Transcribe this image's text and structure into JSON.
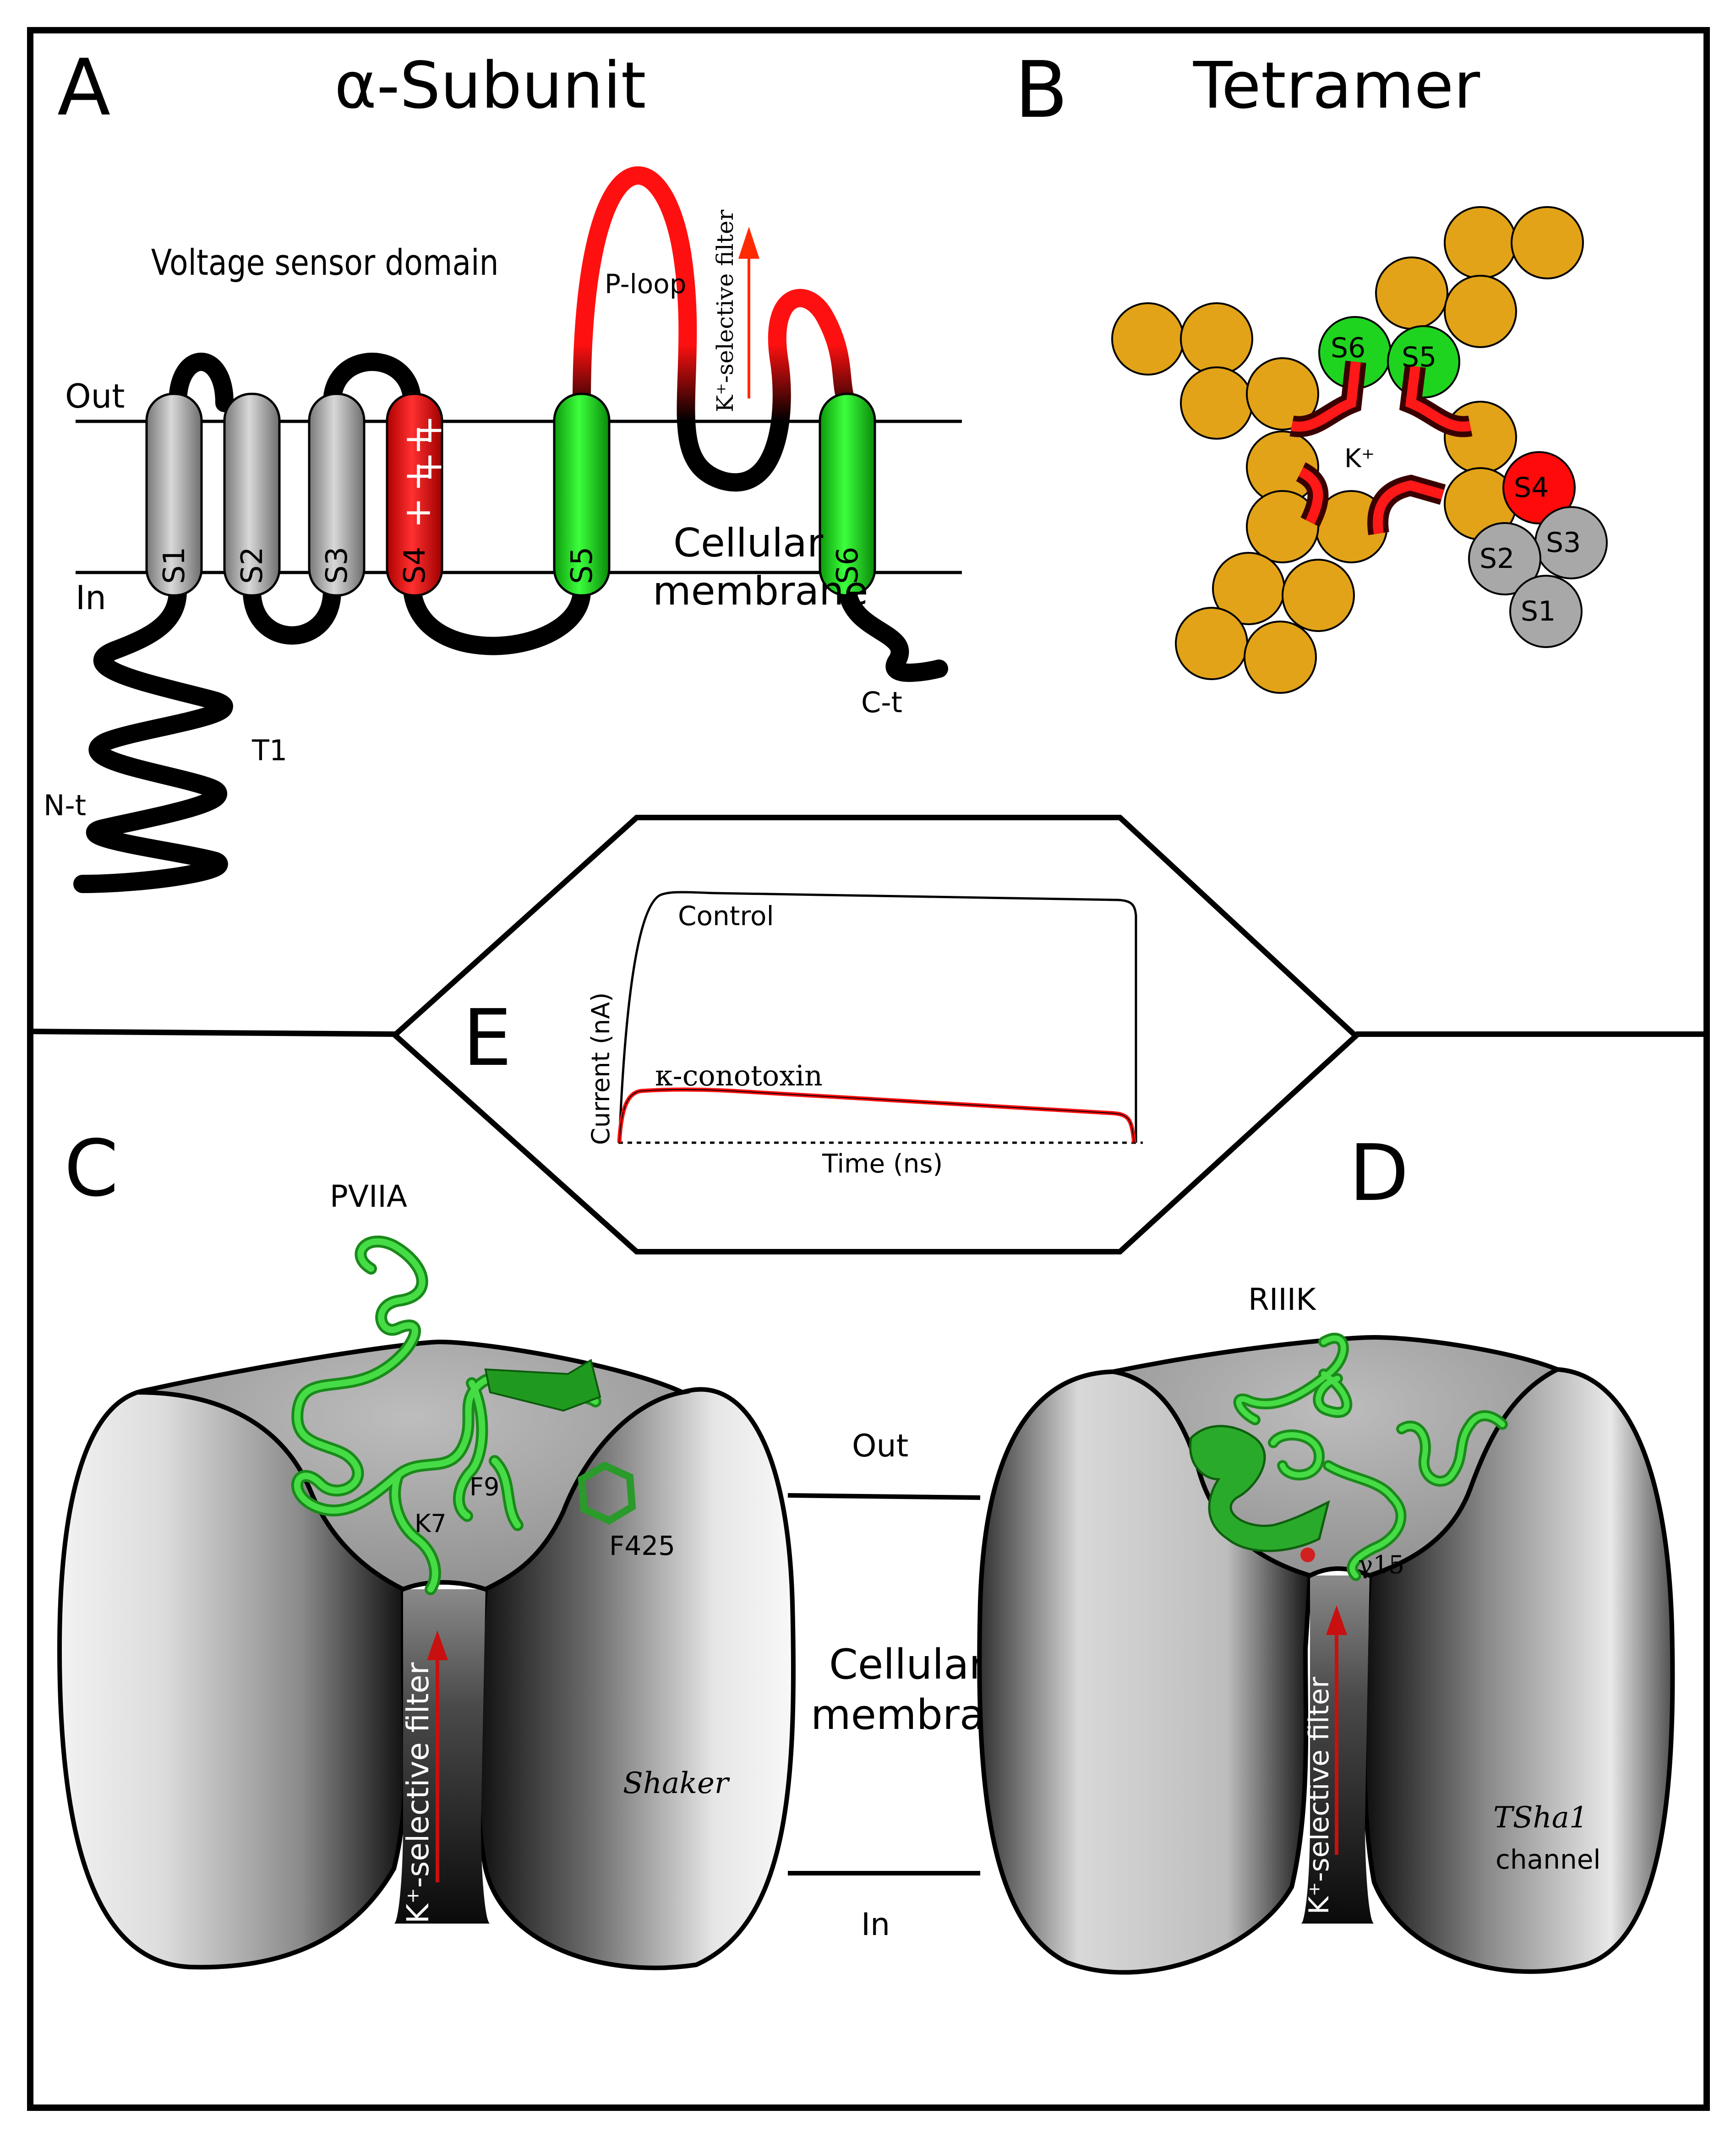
{
  "panel_a": {
    "letter": "A",
    "title": "α-Subunit",
    "domain_label": "Voltage sensor domain",
    "out_label": "Out",
    "in_label": "In",
    "segments": [
      "S1",
      "S2",
      "S3",
      "S4",
      "S5",
      "S6"
    ],
    "charges": "+",
    "ploop_label": "P-loop",
    "filter_label": "K⁺-selective filter",
    "membrane_line1": "Cellular",
    "membrane_line2": "membrane",
    "nterm": "N-t",
    "t1": "T1",
    "cterm": "C-t"
  },
  "panel_b": {
    "letter": "B",
    "title": "Tetramer",
    "s6": "S6",
    "s5": "S5",
    "s4": "S4",
    "s3": "S3",
    "s2": "S2",
    "s1": "S1",
    "ion": "K⁺"
  },
  "panel_e": {
    "letter": "E",
    "control": "Control",
    "toxin": "κ-conotoxin",
    "ylabel": "Current (nA)",
    "xlabel": "Time (ns)"
  },
  "panel_c": {
    "letter": "C",
    "toxin": "PVIIA",
    "res_k7": "K7",
    "res_f9": "F9",
    "res_f425": "F425",
    "filter_label": "K⁺-selective filter",
    "channel": "Shaker"
  },
  "panel_d": {
    "letter": "D",
    "toxin": "RIIIK",
    "res_g15": "γ15",
    "filter_label": "K⁺-selective filter",
    "channel_line1": "TSha1",
    "channel_line2": "channel"
  },
  "middle": {
    "out": "Out",
    "membrane_line1": "Cellular",
    "membrane_line2": "membrane",
    "in": "In"
  },
  "colors": {
    "gold": "#e2a318",
    "green": "#1fd41f",
    "red": "#ff1a1a",
    "gray": "#a8a8a8",
    "toxin_green": "#3ec43e"
  }
}
